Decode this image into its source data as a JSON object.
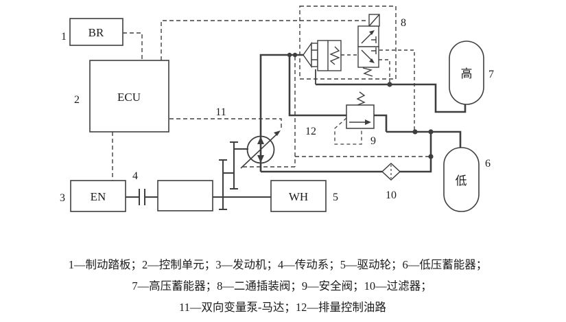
{
  "colors": {
    "line": "#3e3e3e",
    "background": "#ffffff",
    "text": "#1c1c1c"
  },
  "labels": {
    "br": "BR",
    "ecu": "ECU",
    "en": "EN",
    "wh": "WH",
    "acc_high": "高",
    "acc_low": "低",
    "n1": "1",
    "n2": "2",
    "n3": "3",
    "n4": "4",
    "n5": "5",
    "n6": "6",
    "n7": "7",
    "n8": "8",
    "n9": "9",
    "n10": "10",
    "n11": "11",
    "n12": "12"
  },
  "caption": {
    "line1": "1—制动踏板；2—控制单元；3—发动机；4—传动系；5—驱动轮；6—低压蓄能器；",
    "line2": "7—高压蓄能器；8—二通插装阀；9—安全阀；10—过滤器；",
    "line3": "11—双向变量泵-马达；12—排量控制油路"
  }
}
